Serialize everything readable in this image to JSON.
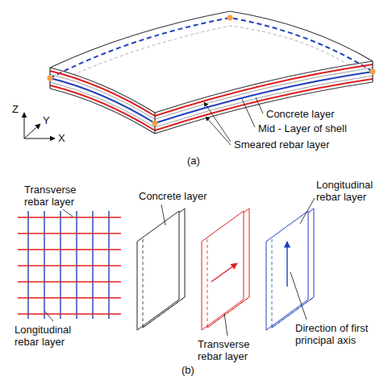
{
  "diagram": {
    "labels": [
      "Concrete layer",
      "Mid - Layer of shell",
      "Smeared rebar layer",
      "Z",
      "Y",
      "X",
      "(a)",
      "Transverse rebar layer",
      "Concrete layer",
      "Longitudinal rebar layer",
      "Longitudinal rebar layer",
      "Transverse rebar layer",
      "Direction of first principal axis",
      "(b)"
    ]
  }
}
